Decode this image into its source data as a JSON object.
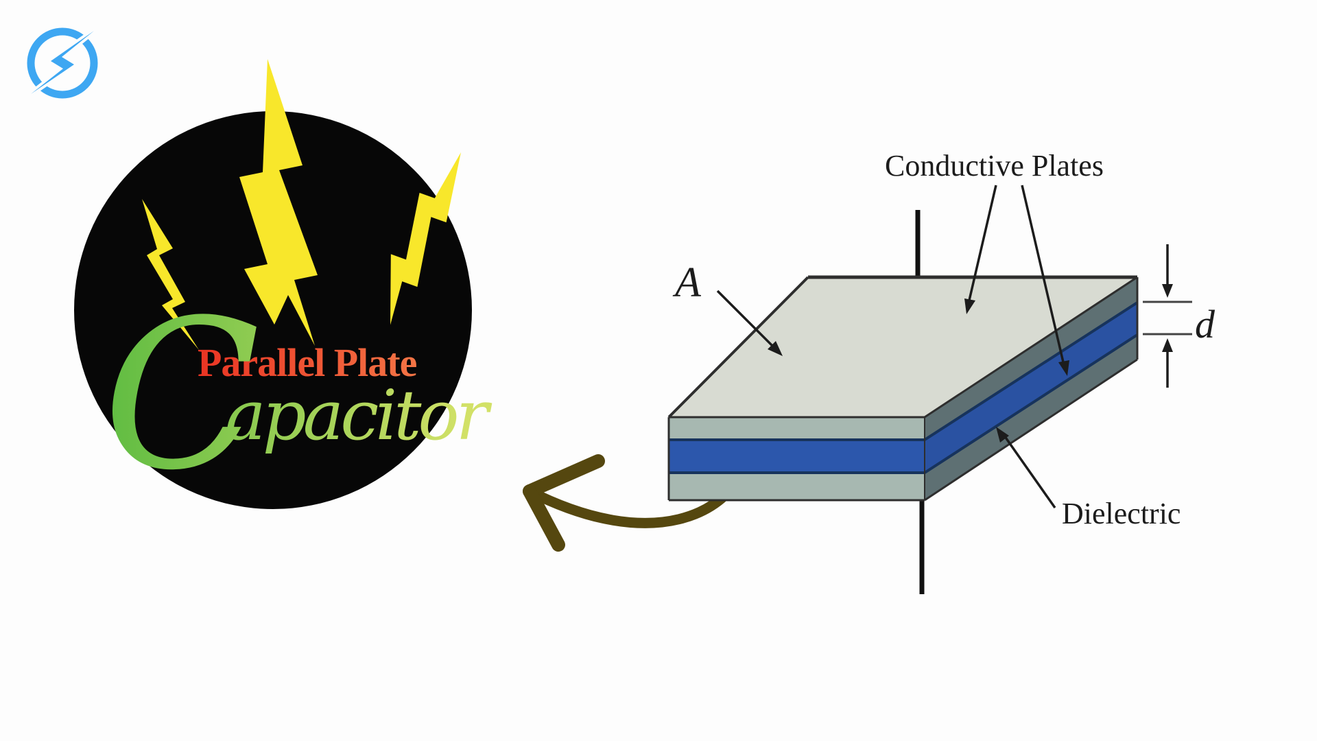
{
  "canvas": {
    "bg": "#fdfdfd"
  },
  "logo": {
    "color": "#3ea7f2"
  },
  "badge": {
    "bg_color": "#070707",
    "bolt_color": "#f8e72b",
    "title": "Parallel Plate",
    "title_color_start": "#ea3423",
    "title_color_end": "#f6874f",
    "script_initial": "C",
    "script_rest": "apacitor",
    "script_color_start": "#5fbc42",
    "script_color_end": "#d2e167"
  },
  "curved_arrow": {
    "color": "#55470f"
  },
  "diagram": {
    "labels": {
      "plates": "Conductive Plates",
      "area": "A",
      "gap": "d",
      "dielectric": "Dielectric"
    },
    "ink": "#1c1c1c",
    "colors": {
      "top_face": "#d8dbd2",
      "front_plate": "#a7b8b1",
      "side_plate": "#5e7073",
      "dielectric_front": "#2c57ac",
      "dielectric_side": "#2a52a2",
      "dielectric_edge": "#17335c"
    }
  }
}
